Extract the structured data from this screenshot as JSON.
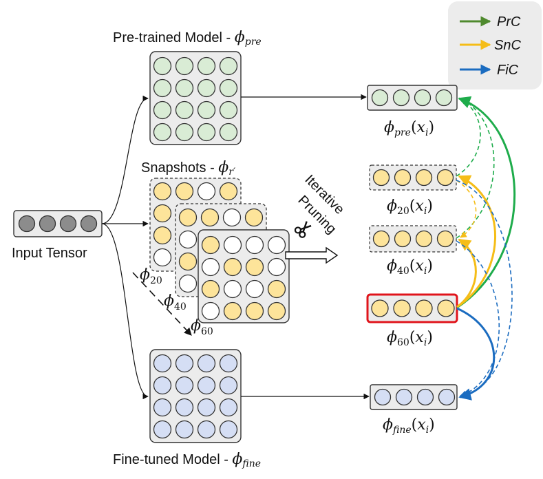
{
  "labels": {
    "pretrained_title": "Pre-trained Model - ",
    "pretrained_sub": "pre",
    "snapshots_title": "Snapshots - ",
    "snapshots_sub": "r′",
    "finetuned_title": "Fine-tuned Model - ",
    "finetuned_sub": "fine",
    "input_tensor": "Input Tensor",
    "iterative": "Iterative",
    "pruning": "Pruning",
    "phi": "ϕ",
    "x_i": "x",
    "i_sub": "i"
  },
  "snapshot_labels": [
    "20",
    "40",
    "60"
  ],
  "outputs": [
    {
      "sub": "pre"
    },
    {
      "sub": "20"
    },
    {
      "sub": "40"
    },
    {
      "sub": "60"
    },
    {
      "sub": "fine"
    }
  ],
  "legend": {
    "items": [
      {
        "label": "PrC",
        "color": "#4f8a2e"
      },
      {
        "label": "SnC",
        "color": "#f5bd17"
      },
      {
        "label": "FiC",
        "color": "#1b6cc0"
      }
    ]
  },
  "colors": {
    "green_fill": "#d9ecd5",
    "yellow_fill": "#fde49a",
    "blue_fill": "#d5def4",
    "gray_fill": "#8c8c8c",
    "highlight": "#e0141b",
    "green_line": "#1eac4b",
    "yellow_line": "#f5bd17",
    "blue_line": "#1b6cc0"
  }
}
